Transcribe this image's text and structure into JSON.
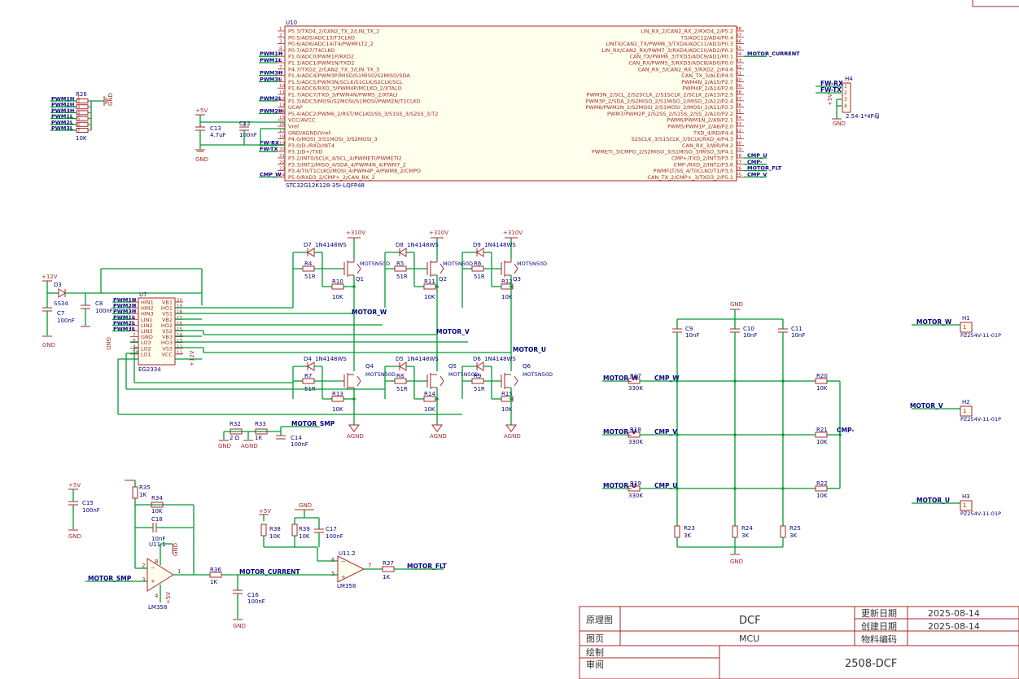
{
  "mcu": {
    "ref": "U10",
    "part": "STC32G12K128-35I-LQFP48",
    "left_pins": [
      {
        "n": "1",
        "name": "P5.3/TXD4_2/CAN2_TX_2/LIN_TX_2",
        "net": ""
      },
      {
        "n": "2",
        "name": "P0.5/AD5/ADC13/T3CLKO",
        "net": ""
      },
      {
        "n": "3",
        "name": "P0.6/AD6/ADC14/T4/PWMFLT2_2",
        "net": ""
      },
      {
        "n": "4",
        "name": "P0.7/AD7/T4CLKO",
        "net": ""
      },
      {
        "n": "5",
        "name": "P1.0/ADC0/PWM1P/RXD2",
        "net": "PWM1H"
      },
      {
        "n": "6",
        "name": "P1.1/ADC1/PWM1N/TXD2",
        "net": "PWM1L"
      },
      {
        "n": "7",
        "name": "P4.7/TXD2_2/CAN2_TX_3/LIN_TX_3",
        "net": ""
      },
      {
        "n": "8",
        "name": "P1.4/ADC4/PWM3P/MISO/S1MISO/S2MISO/SDA",
        "net": "PWM3H"
      },
      {
        "n": "9",
        "name": "P1.5/ADC5/PWM3N/SCLK/S1CLK/S2CLK/SCL",
        "net": "PWM3L"
      },
      {
        "n": "10",
        "name": "P1.6/ADC6/RXD_3/PWM4P/MCLKO_2/XTALO",
        "net": ""
      },
      {
        "n": "11",
        "name": "P1.7/ADC7/TXD_3/PWM4N/PWM5_2/XTALI",
        "net": ""
      },
      {
        "n": "12",
        "name": "P1.3/ADC3/MOSI/S2MOSI/S1MOSI/PWM2N/T2CLKO",
        "net": "PWM2L"
      },
      {
        "n": "13",
        "name": "UCAP",
        "net": ""
      },
      {
        "n": "14",
        "name": "P5.4/ADC2/PWM6_2/RST/MCLKO/SS_3/S1SS_3/S2SS_3/T2",
        "net": "PWM2H"
      },
      {
        "n": "15",
        "name": "VCC/AVCC",
        "net": ""
      },
      {
        "n": "16",
        "name": "Vref",
        "net": ""
      },
      {
        "n": "17",
        "name": "GND/AGND/Vref-",
        "net": ""
      },
      {
        "n": "18",
        "name": "P4.0/MOSI_3/S1MOSI_3/S2MOSI_3",
        "net": ""
      },
      {
        "n": "19",
        "name": "P3.0/D-/RXD/INT4",
        "net": "FW-RX"
      },
      {
        "n": "20",
        "name": "P3.1/D+/TXD",
        "net": "FW-TX"
      },
      {
        "n": "21",
        "name": "P3.2/INT0/SCLK_4/SCL_4/PWMETI/PWMETI2",
        "net": ""
      },
      {
        "n": "22",
        "name": "P3.3/INT1/MISO_4/SDA_4/PWM4N_4/PWM7_2",
        "net": ""
      },
      {
        "n": "23",
        "name": "P3.4/T0/T1CLKO/MOSI_4/PWM4P_4/PWM8_2/CMPO",
        "net": ""
      },
      {
        "n": "24",
        "name": "P5.0/RXD3_2/CMP+_2/CAN_RX_2",
        "net": "CMP_W"
      }
    ],
    "right_pins": [
      {
        "n": "48",
        "name": "LIN_RX_2/CAN2_RX_2/RXD4_2/P5.2",
        "net": ""
      },
      {
        "n": "47",
        "name": "T3/ADC12/AD4/P0.4",
        "net": ""
      },
      {
        "n": "46",
        "name": "LINTX/CAN2_TX/PWM8_3/TXD4/ADC11/AD3/P0.3",
        "net": ""
      },
      {
        "n": "45",
        "name": "LIN_RX/CAN2_RX/PWM7_3/RXD4/ADC10/AD2/P0.2",
        "net": ""
      },
      {
        "n": "44",
        "name": "CAN_TX/PWM6_3/TXD3/ADC9/AD1/P0.1",
        "net": "MOTOR_CURRENT"
      },
      {
        "n": "43",
        "name": "CAN_RX/PWM5_3/RXD3/ADC8/AD0/P0.0",
        "net": ""
      },
      {
        "n": "42",
        "name": "CAN_RX_3/CAN2_RX_3/RXD2_2/P4.6",
        "net": ""
      },
      {
        "n": "41",
        "name": "CAN_TX_3/ALE/P4.5",
        "net": ""
      },
      {
        "n": "40",
        "name": "PWM4N_2/A15/P2.7",
        "net": ""
      },
      {
        "n": "39",
        "name": "PWM4P_2/A14/P2.6",
        "net": ""
      },
      {
        "n": "38",
        "name": "PWM3N_2/SCL_2/S2SCLK_2/S1SCLK_2/SCLK_2/A13/P2.5",
        "net": ""
      },
      {
        "n": "37",
        "name": "PWM3P_2/SDA_2/S2MISO_2/S1MISO_2/MISO_2/A12/P2.4",
        "net": ""
      },
      {
        "n": "36",
        "name": "PWM8/PWM2N_2/S2MOSI_2/S1MOSI_2/MOSI_2/A11/P2.3",
        "net": ""
      },
      {
        "n": "35",
        "name": "PWM7/PWM2P_2/S2SS_2/S1SS_2/SS_2/A10/P2.2",
        "net": ""
      },
      {
        "n": "34",
        "name": "PWM6/PWM1N_2/A9/P2.1",
        "net": ""
      },
      {
        "n": "33",
        "name": "PWM5/PWM1P_2/A8/P2.0",
        "net": ""
      },
      {
        "n": "32",
        "name": "TXD_4/RD/P4.4",
        "net": ""
      },
      {
        "n": "31",
        "name": "S2SCLK_3/S1SCLK_3/SCLK/RXD_4/P4.3",
        "net": ""
      },
      {
        "n": "30",
        "name": "CAN_RX_3/WR/P4.2",
        "net": ""
      },
      {
        "n": "29",
        "name": "PWMETI_3/CMPO_2/S2MISO_3/S1MISO_3/MISO_3/P4.1",
        "net": ""
      },
      {
        "n": "28",
        "name": "CMP+/TXD_2/INT3/P3.7",
        "net": "CMP_U"
      },
      {
        "n": "27",
        "name": "CMP-/RXD_2/INT2/P3.6",
        "net": "CMP-"
      },
      {
        "n": "26",
        "name": "PWMFLT/SS_4/T0CLKO/T1/P3.5",
        "net": "MOTOR_FLT"
      },
      {
        "n": "25",
        "name": "CAN_TX_2/CMP+_3/TXD3_2/P5.1",
        "net": "CMP_V"
      }
    ]
  },
  "resistor_array": {
    "ref": "R26",
    "value": "10K",
    "nets": [
      "PWM1H",
      "PWM2H",
      "PWM3H",
      "PWM1L",
      "PWM2L",
      "PWM3L"
    ],
    "pins": [
      "1",
      "2",
      "3",
      "4",
      "5",
      "6",
      "7"
    ],
    "gnd": "GND"
  },
  "prog_header": {
    "ref": "H4",
    "part": "2.54-1*4P母",
    "nets": [
      "FW-RX",
      "FW-TX"
    ],
    "pins": [
      "1",
      "2",
      "3",
      "4"
    ],
    "vcc": "+5V",
    "gnd": "GND"
  },
  "decoupling": {
    "vcc": "+5V",
    "gnd": "GND",
    "c13": {
      "ref": "C13",
      "value": "4.7uF"
    },
    "c12": {
      "ref": "C12",
      "value": "100nF"
    }
  },
  "driver": {
    "ref": "U7",
    "part": "EG2334",
    "left_pins": [
      {
        "n": "1",
        "name": "HIN1",
        "net": "PWM1H"
      },
      {
        "n": "2",
        "name": "HIN2",
        "net": "PWM2H"
      },
      {
        "n": "3",
        "name": "HIN3",
        "net": "PWM3H"
      },
      {
        "n": "4",
        "name": "LIN1",
        "net": "PWM1L"
      },
      {
        "n": "5",
        "name": "LIN2",
        "net": "PWM2L"
      },
      {
        "n": "6",
        "name": "LIN3",
        "net": "PWM3L"
      },
      {
        "n": "7",
        "name": "GND",
        "net": ""
      },
      {
        "n": "8",
        "name": "LO3",
        "net": ""
      },
      {
        "n": "9",
        "name": "LO2",
        "net": ""
      },
      {
        "n": "10",
        "name": "LO1",
        "net": ""
      }
    ],
    "right_pins": [
      {
        "n": "20",
        "name": "VB1"
      },
      {
        "n": "19",
        "name": "HO1"
      },
      {
        "n": "18",
        "name": "VS1"
      },
      {
        "n": "17",
        "name": "VB2"
      },
      {
        "n": "16",
        "name": "HO2"
      },
      {
        "n": "15",
        "name": "VS2"
      },
      {
        "n": "14",
        "name": "VB3"
      },
      {
        "n": "13",
        "name": "HO3"
      },
      {
        "n": "12",
        "name": "VS3"
      },
      {
        "n": "11",
        "name": "VCC"
      }
    ],
    "gnd_label": "GND",
    "vcc_label": "+12V"
  },
  "supply12": {
    "rail": "+12V",
    "d3": {
      "ref": "D3",
      "value": "SS34"
    },
    "c7": {
      "ref": "C7",
      "value": "100nF"
    },
    "c8": {
      "ref": "C8",
      "value": "100nF"
    },
    "gnd": "GND"
  },
  "bridge": {
    "rail": "+310V",
    "gnd": "AGND",
    "high_diodes": [
      {
        "ref": "D7",
        "part": "1N4148WS"
      },
      {
        "ref": "D8",
        "part": "1N4148WS"
      },
      {
        "ref": "D9",
        "part": "1N4148WS"
      }
    ],
    "high_gate_r": [
      {
        "ref": "R4",
        "value": "51R"
      },
      {
        "ref": "R5",
        "value": "51R"
      },
      {
        "ref": "R6",
        "value": "51R"
      }
    ],
    "high_pull_r": [
      {
        "ref": "R10",
        "value": "10K"
      },
      {
        "ref": "R11",
        "value": "10K"
      },
      {
        "ref": "R12",
        "value": "10K"
      }
    ],
    "high_fets": [
      {
        "ref": "Q1",
        "part": "MOT5N50D"
      },
      {
        "ref": "Q2",
        "part": "MOT5N50D"
      },
      {
        "ref": "Q3",
        "part": "MOT5N50D"
      }
    ],
    "low_diodes": [
      {
        "ref": "D4",
        "part": "1N4148WS"
      },
      {
        "ref": "D5",
        "part": "1N4148WS"
      },
      {
        "ref": "D6",
        "part": "1N4148WS"
      }
    ],
    "low_gate_r": [
      {
        "ref": "R7",
        "value": "51R"
      },
      {
        "ref": "R8",
        "value": "51R"
      },
      {
        "ref": "R9",
        "value": "51R"
      }
    ],
    "low_pull_r": [
      {
        "ref": "R13",
        "value": "10K"
      },
      {
        "ref": "R14",
        "value": "10K"
      },
      {
        "ref": "R15",
        "value": "10K"
      }
    ],
    "low_fets": [
      {
        "ref": "Q4",
        "part": "MOT5N50D"
      },
      {
        "ref": "Q5",
        "part": "MOT5N50D"
      },
      {
        "ref": "Q6",
        "part": "MOT5N50D"
      }
    ],
    "phase_nets": [
      "MOTOR_W",
      "MOTOR_V",
      "MOTOR_U"
    ]
  },
  "shunt": {
    "r32": {
      "ref": "R32",
      "value": "2 Ω"
    },
    "r33": {
      "ref": "R33",
      "value": "1K"
    },
    "c14": {
      "ref": "C14",
      "value": "100nF"
    },
    "net": "MOTOR_SMP",
    "gnd1": "GND",
    "gnd2": "AGND"
  },
  "amp": {
    "c15": {
      "ref": "C15",
      "value": "100nF"
    },
    "vcc": "+5V",
    "gnd": "GND",
    "r35": {
      "ref": "R35",
      "value": "1K"
    },
    "r34": {
      "ref": "R34",
      "value": "10K"
    },
    "c18": {
      "ref": "C18",
      "value": "10nF"
    },
    "ref": "U11.1",
    "part": "LM358",
    "pins": {
      "inv": "2",
      "noninv": "3",
      "out": "1",
      "vcc": "8",
      "gnd": "4"
    },
    "vcc_label": "+5V",
    "gnd_label": "GND",
    "in_net": "MOTOR_SMP",
    "r36": {
      "ref": "R36",
      "value": "1K"
    },
    "out_net": "MOTOR_CURRENT",
    "c16": {
      "ref": "C16",
      "value": "100nF"
    }
  },
  "comparator": {
    "vcc": "+5V",
    "gnd": "GND",
    "r38": {
      "ref": "R38",
      "value": "10K"
    },
    "r39": {
      "ref": "R39",
      "value": "10K"
    },
    "c17": {
      "ref": "C17",
      "value": "100nF"
    },
    "ref": "U11.2",
    "part": "LM358",
    "pins": {
      "inv": "6",
      "noninv": "5",
      "out": "7"
    },
    "r37": {
      "ref": "R37",
      "value": "1K"
    },
    "out_net": "MOTOR_FLT"
  },
  "bemf": {
    "gnd": "GND",
    "caps": [
      {
        "ref": "C9",
        "value": "10nF"
      },
      {
        "ref": "C10",
        "value": "10nF"
      },
      {
        "ref": "C11",
        "value": "10nF"
      }
    ],
    "series": [
      {
        "ref": "R17",
        "value": "330K"
      },
      {
        "ref": "R18",
        "value": "330K"
      },
      {
        "ref": "R19",
        "value": "330K"
      }
    ],
    "bottom": [
      {
        "ref": "R23",
        "value": "3K"
      },
      {
        "ref": "R24",
        "value": "3K"
      },
      {
        "ref": "R25",
        "value": "3K"
      }
    ],
    "star": [
      {
        "ref": "R20",
        "value": "10K"
      },
      {
        "ref": "R21",
        "value": "10K"
      },
      {
        "ref": "R22",
        "value": "10K"
      }
    ],
    "in_nets": [
      "MOTOR_W",
      "MOTOR_V",
      "MOTOR_U"
    ],
    "cmp_nets": [
      "CMP_W",
      "CMP_V",
      "CMP_U"
    ],
    "star_net": "CMP-"
  },
  "connectors": [
    {
      "ref": "H1",
      "part": "PZ254V-11-01P",
      "net": "MOTOR_W",
      "pin": "1"
    },
    {
      "ref": "H2",
      "part": "PZ254V-11-01P",
      "net": "MOTOR_V",
      "pin": "1"
    },
    {
      "ref": "H3",
      "part": "PZ254V-11-01P",
      "net": "MOTOR_U",
      "pin": "1"
    }
  ],
  "title_block": {
    "label_schematic": "原理图",
    "title": "DCF",
    "label_page": "图页",
    "page": "MCU",
    "label_drawn": "绘制",
    "label_review": "审阅",
    "label_updated": "更新日期",
    "updated": "2025-08-14",
    "label_created": "创建日期",
    "created": "2025-08-14",
    "label_code": "物料编码",
    "code": "2508-DCF"
  }
}
